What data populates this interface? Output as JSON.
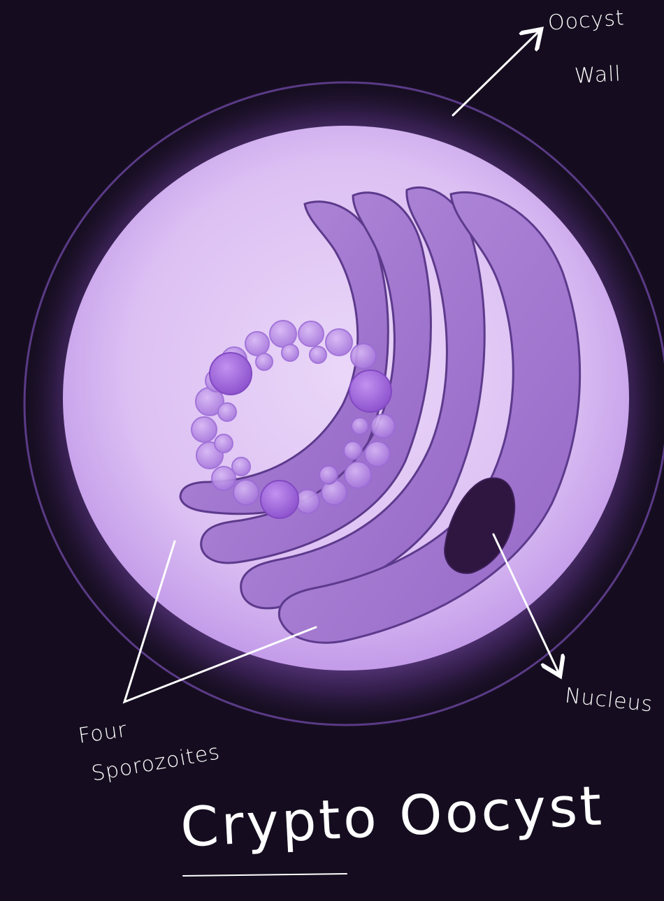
{
  "labels": {
    "oocyst_wall_line1": "Oocyst",
    "oocyst_wall_line2": "Wall",
    "nucleus": "Nucleus",
    "four": "Four",
    "sporozoites": "Sporozoites"
  },
  "title": "Crypto Oocyst",
  "colors": {
    "background": "#150d1f",
    "cell_fill": "#e2c8f5",
    "cell_glow": "#9b62d6",
    "wall_ring": "#5a3a86",
    "sporozoite_fill": "#a97fd6",
    "sporozoite_edge": "#5d3a8c",
    "nucleus_fill": "#2e1640",
    "residual_body": "#b88ee6",
    "arrow": "#ffffff"
  }
}
